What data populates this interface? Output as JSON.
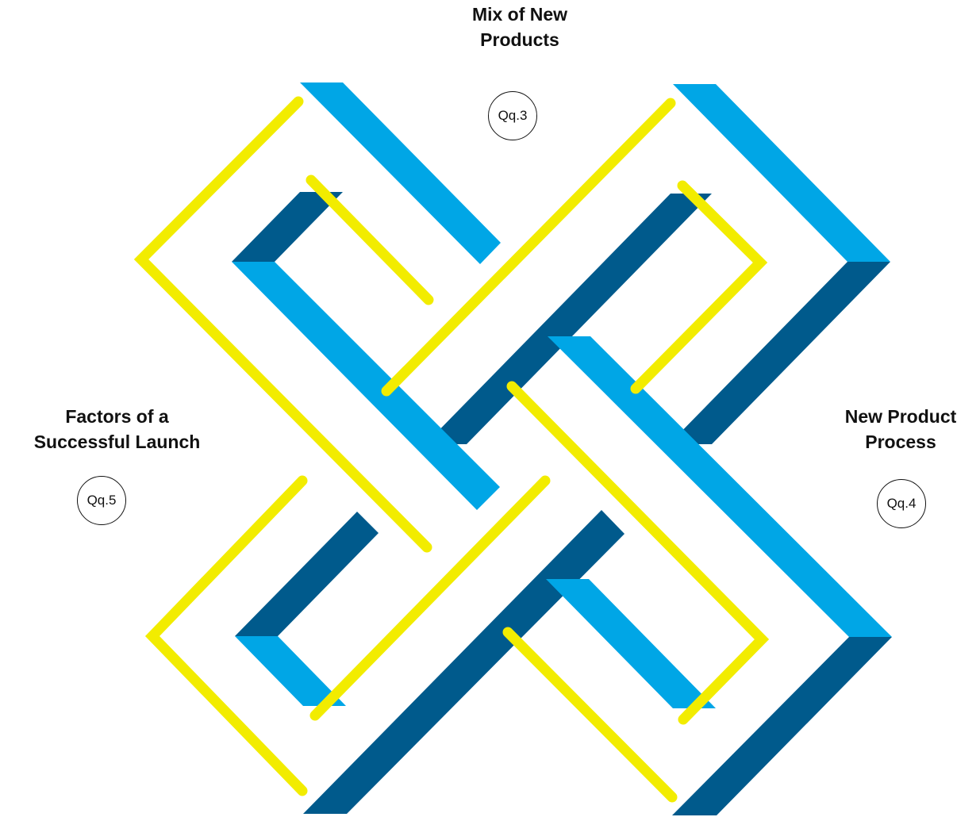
{
  "colors": {
    "light_blue": "#00a6e6",
    "dark_blue": "#005a8c",
    "yellow": "#f2ec00",
    "text": "#111111"
  },
  "labels": {
    "top": {
      "line1": "Mix of New",
      "line2": "Products",
      "badge": "Qq.3"
    },
    "left": {
      "line1": "Factors of a",
      "line2": "Successful Launch",
      "badge": "Qq.5"
    },
    "right": {
      "line1": "New Product",
      "line2": "Process",
      "badge": "Qq.4"
    }
  }
}
